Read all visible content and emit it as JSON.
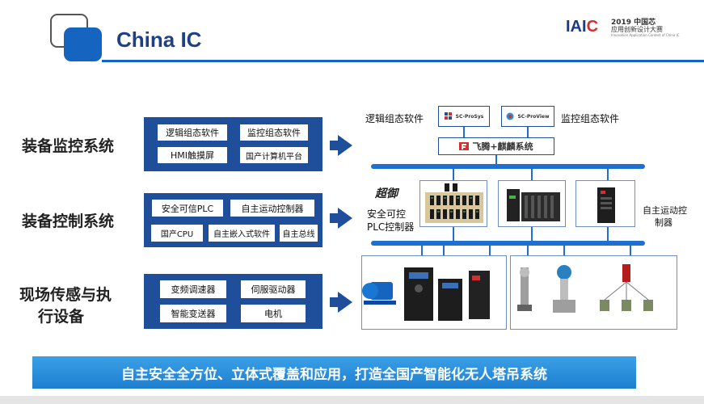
{
  "header": {
    "title": "China IC",
    "logo_mark_a": "IAI",
    "logo_mark_c": "C",
    "logo_year": "2019 中国芯",
    "logo_sub": "应用创新设计大赛",
    "logo_tiny": "Innovation Application Contest of China IC"
  },
  "rows": [
    {
      "label": "装备监控系统",
      "chips": [
        "逻辑组态软件",
        "监控组态软件",
        "HMI触摸屏",
        "国产计算机平台"
      ]
    },
    {
      "label": "装备控制系统",
      "chips": [
        "安全可信PLC",
        "自主运动控制器",
        "国产CPU",
        "自主嵌入式软件",
        "自主总线"
      ]
    },
    {
      "label_line1": "现场传感与执",
      "label_line2": "行设备",
      "chips": [
        "变频调速器",
        "伺服驱动器",
        "智能变送器",
        "电机"
      ]
    }
  ],
  "right": {
    "logic_sw_label": "逻辑组态软件",
    "monitor_sw_label": "监控组态软件",
    "proSys": "SC-ProSys",
    "proView": "SC-ProView",
    "os_label": "飞腾+麒麟系统",
    "brand": "超御",
    "plc_label_1": "安全可控",
    "plc_label_2": "PLC控制器",
    "motion_label_1": "自主运动控",
    "motion_label_2": "制器"
  },
  "banner": "自主安全全方位、立体式覆盖和应用，打造全国产智能化无人塔吊系统",
  "colors": {
    "panel": "#1f4e9a",
    "bus": "#1f6fd1",
    "banner": "#2a8fdc",
    "title": "#1f3f86"
  }
}
